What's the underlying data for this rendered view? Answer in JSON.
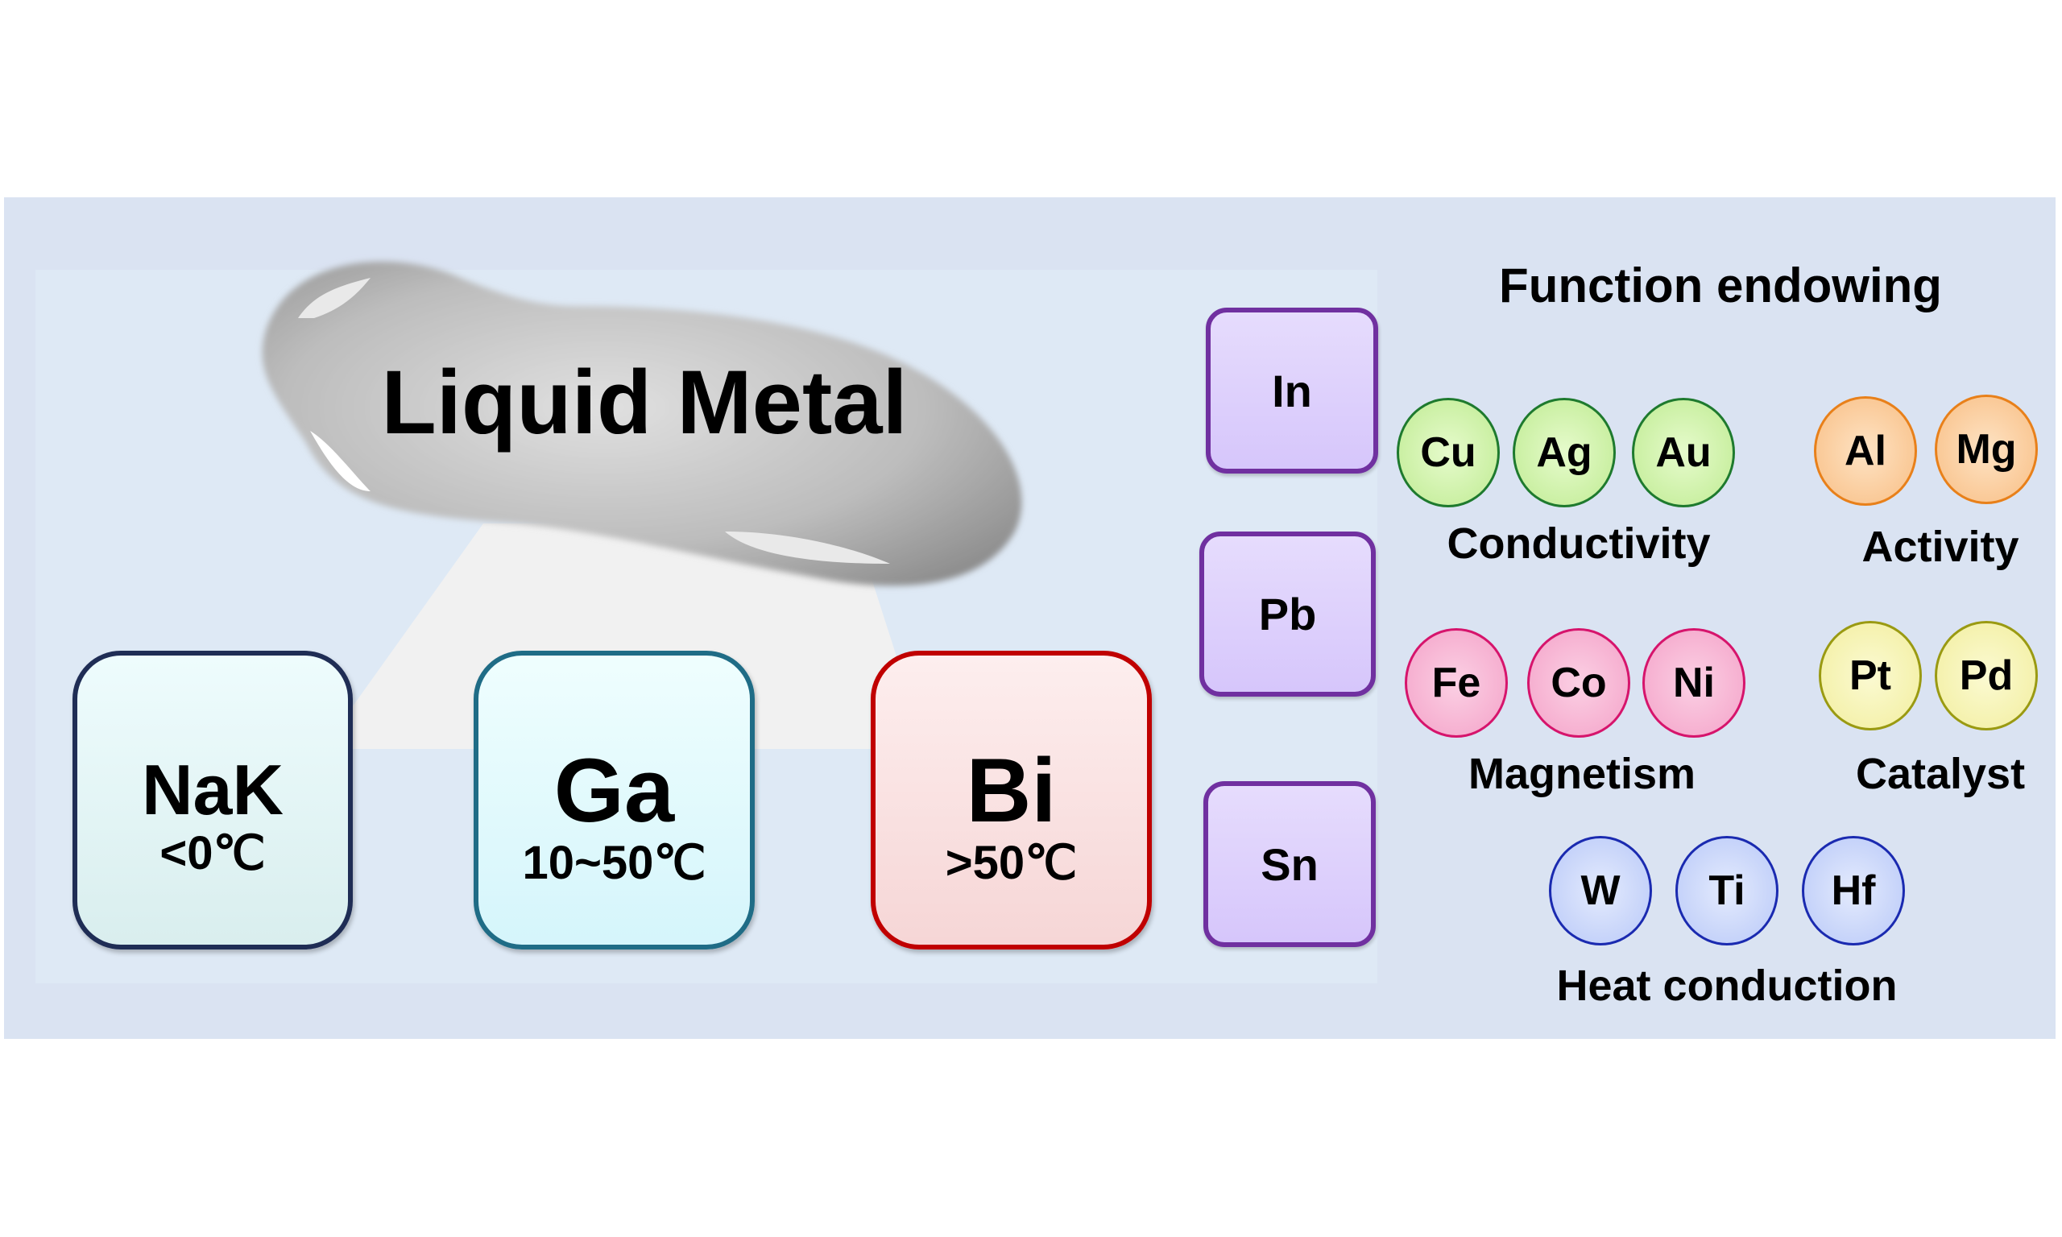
{
  "title": "Liquid Metal",
  "base_metals": [
    {
      "symbol": "NaK",
      "range": "<0℃",
      "border": "#1f2d55",
      "fill": "#e4f8fa"
    },
    {
      "symbol": "Ga",
      "range": "10~50℃",
      "border": "#1f6c86",
      "fill": "#e2fbfd"
    },
    {
      "symbol": "Bi",
      "range": ">50℃",
      "border": "#c00000",
      "fill": "#fbe2e2"
    }
  ],
  "alloy_metals": [
    "In",
    "Pb",
    "Sn"
  ],
  "function_title": "Function endowing",
  "groups": [
    {
      "label": "Conductivity",
      "elements": [
        "Cu",
        "Ag",
        "Au"
      ],
      "color": "#c8f0a0",
      "border": "#1e7a2e"
    },
    {
      "label": "Activity",
      "elements": [
        "Al",
        "Mg"
      ],
      "color": "#fbc88e",
      "border": "#e8801a"
    },
    {
      "label": "Magnetism",
      "elements": [
        "Fe",
        "Co",
        "Ni"
      ],
      "color": "#f6a8cc",
      "border": "#d6146c"
    },
    {
      "label": "Catalyst",
      "elements": [
        "Pt",
        "Pd"
      ],
      "color": "#f5f2a8",
      "border": "#9a9a12"
    },
    {
      "label": "Heat conduction",
      "elements": [
        "W",
        "Ti",
        "Hf"
      ],
      "color": "#c4d2fb",
      "border": "#1a2ab0"
    }
  ]
}
